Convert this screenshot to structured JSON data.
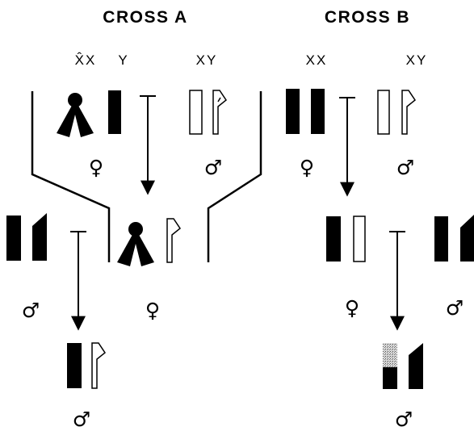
{
  "cross_a": {
    "title": "CROSS A",
    "parent_female_genotype_x": "X̂X",
    "parent_female_genotype_y": "Y",
    "parent_male_genotype": "XY",
    "female_symbol": "♀",
    "male_symbol": "♂",
    "offspring_female_symbol": "♀",
    "other_male_symbol": "♂",
    "progeny_male_symbol": "♂"
  },
  "cross_b": {
    "title": "CROSS B",
    "parent_female_genotype": "XX",
    "parent_male_genotype": "XY",
    "female_symbol": "♀",
    "male_symbol": "♂",
    "offspring_female_symbol": "♀",
    "other_male_symbol": "♂",
    "progeny_male_symbol": "♂"
  },
  "colors": {
    "ink": "#000000",
    "open_chromosome": "#ffffff",
    "stippled_segment": "#b9b9b9"
  },
  "legend_icons": [
    "attached-x-chromosome-icon",
    "x-chromosome-solid-icon",
    "x-chromosome-open-icon",
    "y-chromosome-solid-icon",
    "y-chromosome-open-icon"
  ]
}
